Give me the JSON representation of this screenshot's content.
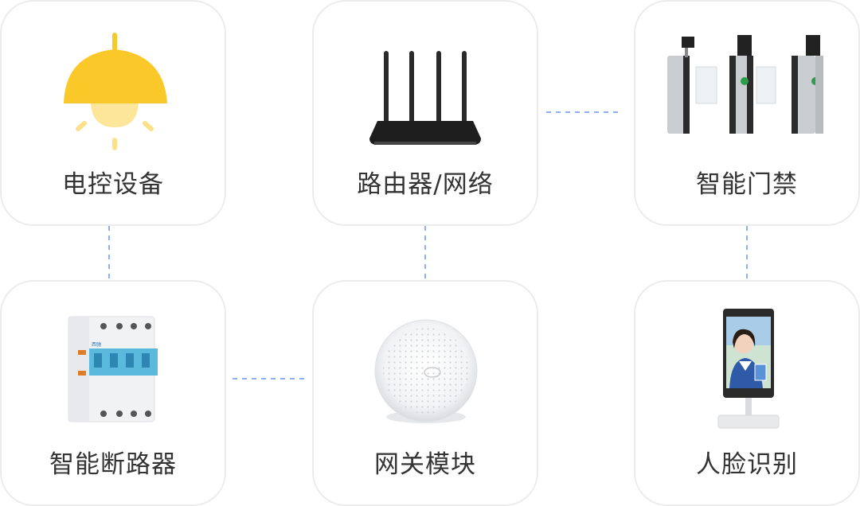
{
  "accent_color": "#8fb0ee",
  "devices": [
    {
      "label": "电控设备",
      "icon": "ceiling-lamp-icon"
    },
    {
      "label": "路由器/网络",
      "icon": "router-icon"
    },
    {
      "label": "智能门禁",
      "icon": "turnstile-gate-icon"
    },
    {
      "label": "智能断路器",
      "icon": "circuit-breaker-icon"
    },
    {
      "label": "网关模块",
      "icon": "gateway-module-icon"
    },
    {
      "label": "人脸识别",
      "icon": "face-recognition-terminal-icon"
    }
  ],
  "breaker_badge": "西驰"
}
